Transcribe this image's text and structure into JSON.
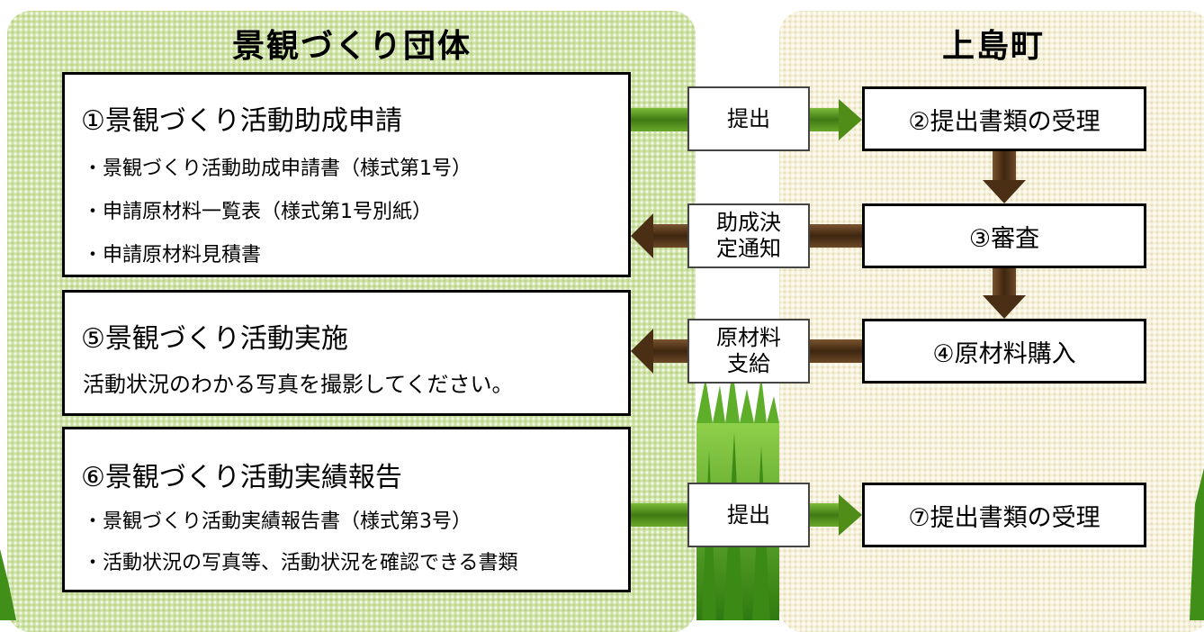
{
  "left_panel": {
    "title": "景観づくり団体"
  },
  "right_panel": {
    "title": "上島町"
  },
  "step1": {
    "heading": "①景観づくり活動助成申請",
    "items": [
      "・景観づくり活動助成申請書（様式第1号）",
      "・申請原材料一覧表（様式第1号別紙）",
      "・申請原材料見積書"
    ]
  },
  "step2": {
    "label": "②提出書類の受理"
  },
  "step3": {
    "label": "③審査"
  },
  "step4": {
    "label": "④原材料購入"
  },
  "step5": {
    "heading": "⑤景観づくり活動実施",
    "description": "活動状況のわかる写真を撮影してください。"
  },
  "step6": {
    "heading": "⑥景観づくり活動実績報告",
    "items": [
      "・景観づくり活動実績報告書（様式第3号）",
      "・活動状況の写真等、活動状況を確認できる書類"
    ]
  },
  "step7": {
    "label": "⑦提出書類の受理"
  },
  "arrow_labels": {
    "submit_1": "提出",
    "notice_line1": "助成決",
    "notice_line2": "定通知",
    "supply_line1": "原材料",
    "supply_line2": "支給",
    "submit_2": "提出"
  },
  "colors": {
    "left_panel": "#cfe3a7",
    "right_panel": "#f5f0d9",
    "green_arrow": "#5e9a1e",
    "brown_arrow": "#5a3b1c",
    "grass": "#4f9a22"
  }
}
